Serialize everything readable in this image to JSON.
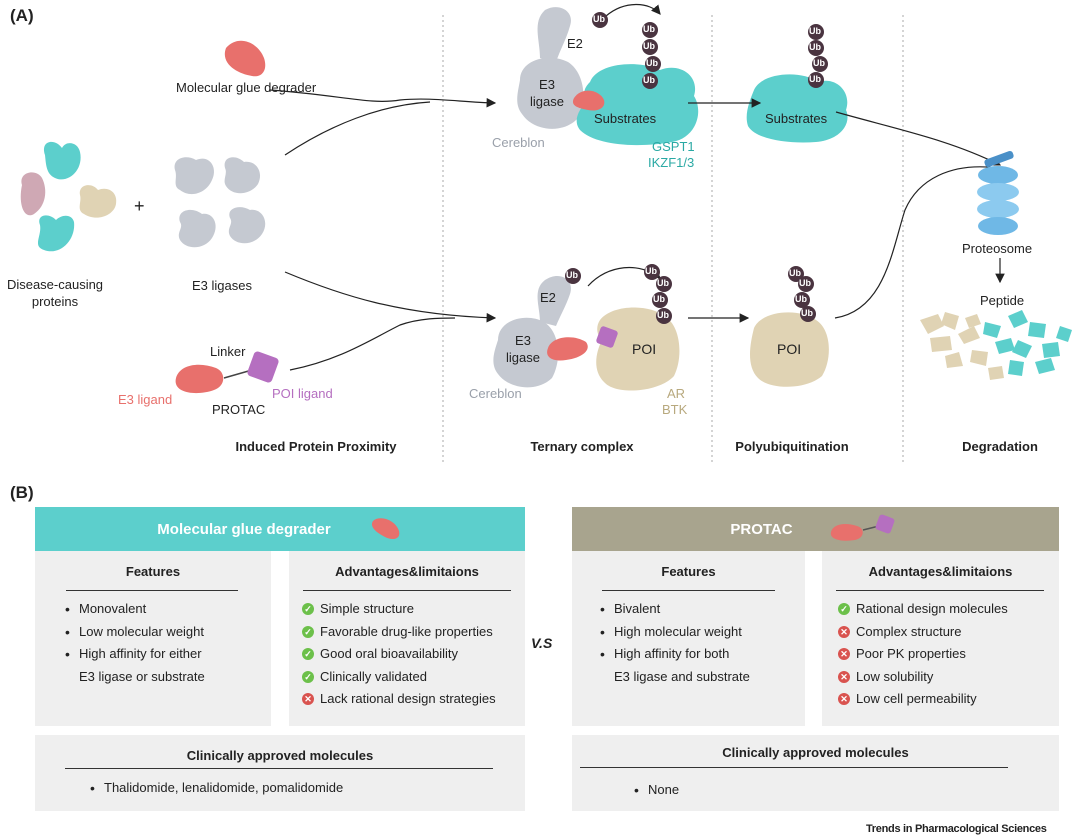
{
  "panel_a": {
    "letter": "(A)",
    "molecular_glue_degrader": "Molecular glue degrader",
    "disease_causing_proteins": [
      "Disease-causing",
      "proteins"
    ],
    "plus": "+",
    "e3_ligases": "E3 ligases",
    "linker": "Linker",
    "e3_ligand": "E3 ligand",
    "poi_ligand": "POI ligand",
    "protac": "PROTAC",
    "e2": "E2",
    "e3_ligase": [
      "E3",
      "ligase"
    ],
    "substrates": "Substrates",
    "cereblon": "Cereblon",
    "gspt1": "GSPT1",
    "ikzf": "IKZF1/3",
    "poi": "POI",
    "ar": "AR",
    "btk": "BTK",
    "ub": "Ub",
    "proteosome": "Proteosome",
    "peptide": "Peptide",
    "stages": [
      "Induced Protein Proximity",
      "Ternary complex",
      "Polyubiquitination",
      "Degradation"
    ]
  },
  "panel_b": {
    "letter": "(B)",
    "vs": "V.S",
    "left": {
      "header": "Molecular glue degrader",
      "features_title": "Features",
      "features": [
        "Monovalent",
        "Low molecular weight",
        "High affinity for either",
        "E3 ligase or substrate"
      ],
      "adv_title": "Advantages&limitaions",
      "advantages": [
        {
          "text": "Simple structure",
          "status": "ok"
        },
        {
          "text": "Favorable drug-like properties",
          "status": "ok"
        },
        {
          "text": "Good oral bioavailability",
          "status": "ok"
        },
        {
          "text": "Clinically validated",
          "status": "ok"
        },
        {
          "text": "Lack rational design strategies",
          "status": "bad"
        }
      ],
      "approved_title": "Clinically approved molecules",
      "approved": "Thalidomide, lenalidomide, pomalidomide"
    },
    "right": {
      "header": "PROTAC",
      "features_title": "Features",
      "features": [
        "Bivalent",
        "High molecular weight",
        "High affinity for both",
        "E3 ligase and substrate"
      ],
      "adv_title": "Advantages&limitaions",
      "advantages": [
        {
          "text": "Rational design molecules",
          "status": "ok"
        },
        {
          "text": "Complex structure",
          "status": "bad"
        },
        {
          "text": "Poor PK properties",
          "status": "bad"
        },
        {
          "text": "Low solubility",
          "status": "bad"
        },
        {
          "text": "Low cell permeability",
          "status": "bad"
        }
      ],
      "approved_title": "Clinically approved molecules",
      "approved": "None"
    }
  },
  "footer": "Trends in Pharmacological Sciences",
  "colors": {
    "teal": "#5ccfcc",
    "teal_text": "#2aa9a4",
    "grey_protein": "#c5c9d1",
    "salmon": "#e8706c",
    "purple": "#b56fc0",
    "tan": "#e0d3b4",
    "ub": "#4a3440",
    "protac_header": "#a8a48e"
  }
}
